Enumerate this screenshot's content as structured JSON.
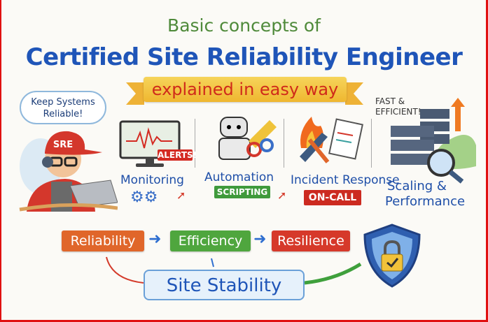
{
  "header": {
    "subtitle": "Basic concepts of",
    "title": "Certified Site Reliability Engineer",
    "ribbon": "explained in easy way"
  },
  "character": {
    "thought": "Keep Systems Reliable!",
    "cap_text": "SRE"
  },
  "concepts": [
    {
      "label": "Monitoring",
      "badge": "ALERTS!",
      "badge_color": "#d42a22",
      "icon": "monitor-icon"
    },
    {
      "label": "Automation",
      "badge": "SCRIPTING",
      "badge_color": "#3f9a3c",
      "icon": "robot-icon"
    },
    {
      "label": "Incident Response",
      "badge": "ON-CALL",
      "badge_color": "#cc2a20",
      "icon": "fire-icon"
    },
    {
      "label": "Scaling &",
      "label2": "Performance",
      "note": "FAST & EFFICIENT!",
      "icon": "server-icon"
    }
  ],
  "pillars": [
    {
      "label": "Reliability",
      "color": "#e0662a"
    },
    {
      "label": "Efficiency",
      "color": "#4fa63e"
    },
    {
      "label": "Resilience",
      "color": "#d6392a"
    }
  ],
  "foundation": "Site Stability"
}
